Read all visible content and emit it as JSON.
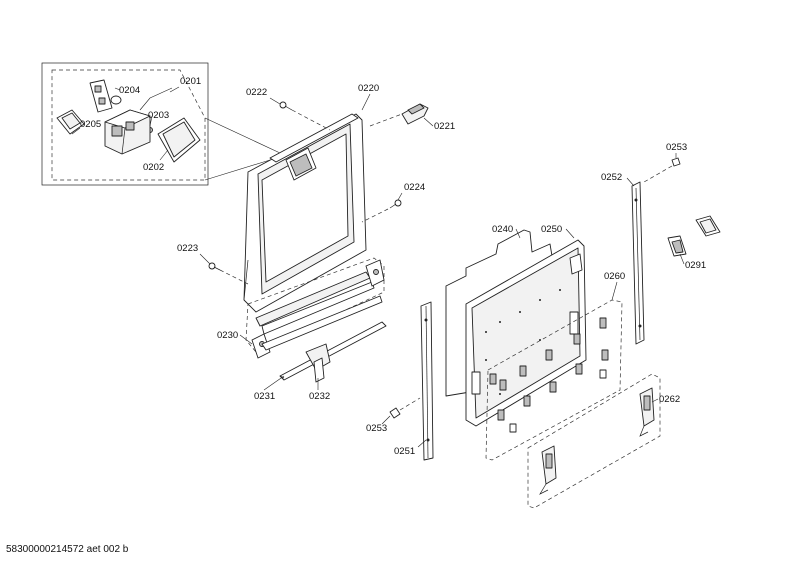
{
  "labels": {
    "p0201": "0201",
    "p0202": "0202",
    "p0203": "0203",
    "p0204": "0204",
    "p0205": "0205",
    "p0220": "0220",
    "p0221": "0221",
    "p0222": "0222",
    "p0223": "0223",
    "p0224": "0224",
    "p0230": "0230",
    "p0231": "0231",
    "p0232": "0232",
    "p0240": "0240",
    "p0250": "0250",
    "p0251": "0251",
    "p0252": "0252",
    "p0253a": "0253",
    "p0253b": "0253",
    "p0260": "0260",
    "p0262": "0262",
    "p0291": "0291"
  },
  "footer": {
    "document_id": "58300000214572 aet 002 b"
  }
}
